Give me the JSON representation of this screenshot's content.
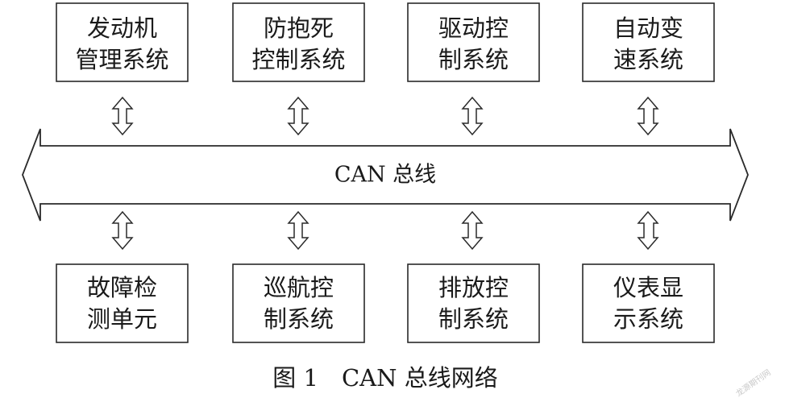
{
  "top_nodes": [
    {
      "line1": "发动机",
      "line2": "管理系统"
    },
    {
      "line1": "防抱死",
      "line2": "控制系统"
    },
    {
      "line1": "驱动控",
      "line2": "制系统"
    },
    {
      "line1": "自动变",
      "line2": "速系统"
    }
  ],
  "bottom_nodes": [
    {
      "line1": "故障检",
      "line2": "测单元"
    },
    {
      "line1": "巡航控",
      "line2": "制系统"
    },
    {
      "line1": "排放控",
      "line2": "制系统"
    },
    {
      "line1": "仪表显",
      "line2": "示系统"
    }
  ],
  "bus": {
    "label": "CAN 总线"
  },
  "caption": "图 1　CAN 总线网络",
  "watermark": "龙源期刊网"
}
